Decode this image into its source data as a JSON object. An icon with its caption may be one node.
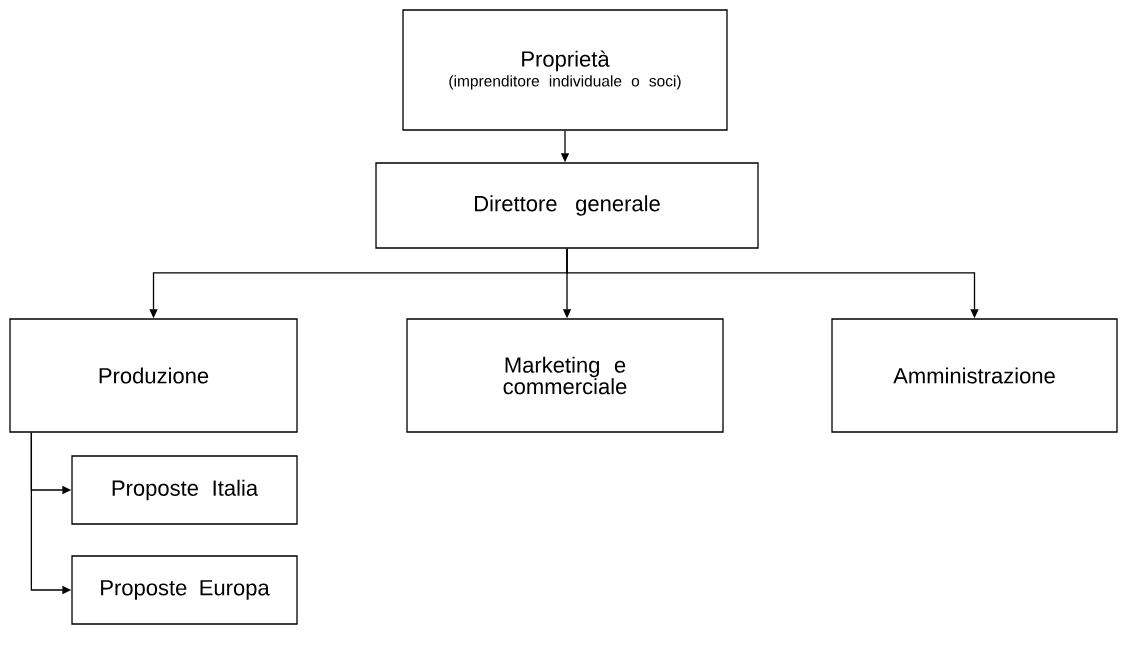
{
  "diagram": {
    "nodes": [
      {
        "text": [
          "Proprietà",
          "(imprenditore individuale o soci)"
        ]
      },
      {
        "text": [
          "Direttore generale"
        ]
      },
      {
        "text": [
          "Produzione"
        ]
      },
      {
        "text": [
          "Marketing e commerciale"
        ]
      },
      {
        "text": [
          "Amministrazione"
        ]
      },
      {
        "text": [
          "Proposte Italia"
        ]
      },
      {
        "text": [
          "Proposte Europa"
        ]
      }
    ],
    "edges": [
      {
        "from": 0,
        "to": 1,
        "arrow": "to"
      },
      {
        "from": 1,
        "to": 2,
        "arrow": "to"
      },
      {
        "from": 1,
        "to": 3,
        "arrow": "to"
      },
      {
        "from": 1,
        "to": 4,
        "arrow": "to"
      },
      {
        "from": 2,
        "to": 5,
        "arrow": "to"
      },
      {
        "from": 2,
        "to": 6,
        "arrow": "to"
      }
    ]
  }
}
